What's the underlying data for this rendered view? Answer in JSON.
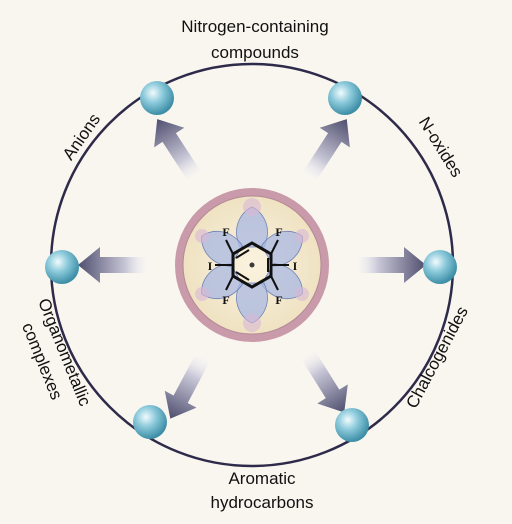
{
  "center": {
    "atoms": [
      "F",
      "F",
      "F",
      "F",
      "I",
      "I"
    ]
  },
  "labels": {
    "top": "Nitrogen-containing",
    "top2": "compounds",
    "bottom": "Aromatic",
    "bottom2": "hydrocarbons",
    "upper_left": "Anions",
    "upper_right": "N-oxides",
    "lower_left": "Organometallic",
    "lower_left2": "complexes",
    "lower_right": "Chalcogenides"
  },
  "colors": {
    "ring": "#2e2a4a",
    "node": "#6fb3c7",
    "center_border": "#c79aa8",
    "arrow_dark": "#5b5a78",
    "arrow_light": "#ffffff"
  }
}
